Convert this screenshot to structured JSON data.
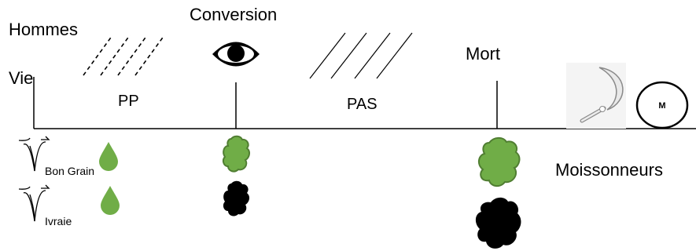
{
  "labels": {
    "hommes": "Hommes",
    "vie": "Vie",
    "conversion": "Conversion",
    "mort": "Mort",
    "pp": "PP",
    "pas": "PAS",
    "bon_grain": "Bon Grain",
    "ivraie": "Ivraie",
    "moissonneurs": "Moissonneurs",
    "m_circle": "M"
  },
  "icons": {
    "eye": "eye-icon",
    "sickle": "sickle-icon",
    "seed": "seed-icon",
    "drop": "water-drop-icon",
    "bush_good": "wheat-plant-icon",
    "bush_bad": "tare-plant-icon"
  },
  "colors": {
    "good_plant": "#70AD47",
    "good_outline": "#507E32",
    "tare_plant": "#000000",
    "line": "#000000"
  }
}
